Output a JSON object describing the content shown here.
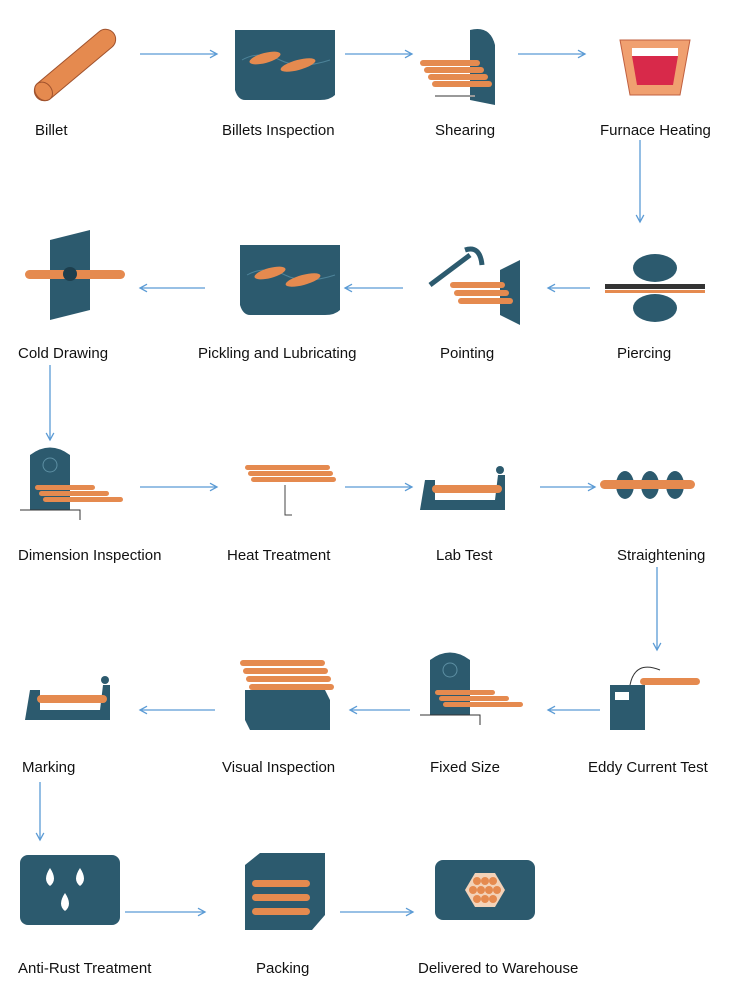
{
  "colors": {
    "arrow": "#5b9bd5",
    "steel": "#2c5a6e",
    "copper": "#e58a4f",
    "hot": "#d8294a"
  },
  "steps": [
    {
      "label": "Billet",
      "icon": "billet-icon"
    },
    {
      "label": "Billets Inspection",
      "icon": "tank-icon"
    },
    {
      "label": "Shearing",
      "icon": "shear-icon"
    },
    {
      "label": "Furnace Heating",
      "icon": "furnace-icon"
    },
    {
      "label": "Piercing",
      "icon": "piercing-icon"
    },
    {
      "label": "Pointing",
      "icon": "hammer-icon"
    },
    {
      "label": "Pickling and Lubricating",
      "icon": "tank-icon"
    },
    {
      "label": "Cold Drawing",
      "icon": "drawing-die-icon"
    },
    {
      "label": "Dimension Inspection",
      "icon": "machine-icon"
    },
    {
      "label": "Heat Treatment",
      "icon": "rack-icon"
    },
    {
      "label": "Lab Test",
      "icon": "bench-icon"
    },
    {
      "label": "Straightening",
      "icon": "rollers-icon"
    },
    {
      "label": "Eddy Current Test",
      "icon": "tester-icon"
    },
    {
      "label": "Fixed Size",
      "icon": "machine-icon"
    },
    {
      "label": "Visual Inspection",
      "icon": "table-icon"
    },
    {
      "label": "Marking",
      "icon": "bench-icon"
    },
    {
      "label": "Anti-Rust Treatment",
      "icon": "droplets-icon"
    },
    {
      "label": "Packing",
      "icon": "box-icon"
    },
    {
      "label": "Delivered to Warehouse",
      "icon": "bundle-icon"
    }
  ]
}
